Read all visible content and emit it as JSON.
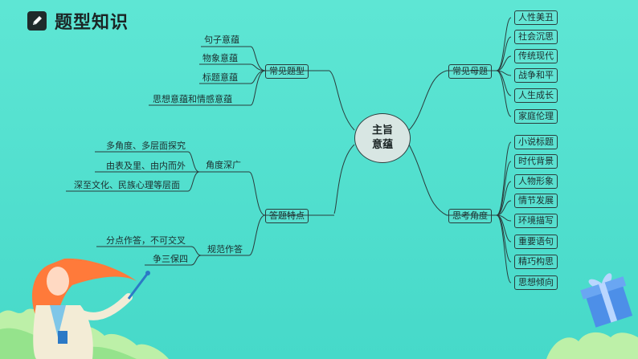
{
  "header": {
    "title": "题型知识",
    "icon": "pencil-square-icon"
  },
  "center": {
    "line1": "主旨",
    "line2": "意蕴"
  },
  "left": {
    "changjian": {
      "label": "常见题型",
      "items": [
        "句子意蕴",
        "物象意蕴",
        "标题意蕴",
        "思想意蕴和情感意蕴"
      ]
    },
    "dati": {
      "label": "答题特点",
      "jiaodu": {
        "label": "角度深广",
        "items": [
          "多角度、多层面探究",
          "由表及里、由内而外",
          "深至文化、民族心理等层面"
        ]
      },
      "guifan": {
        "label": "规范作答",
        "items": [
          "分点作答，不可交叉",
          "争三保四"
        ]
      }
    }
  },
  "right": {
    "muti": {
      "label": "常见母题",
      "items": [
        "人性美丑",
        "社会沉思",
        "传统现代",
        "战争和平",
        "人生成长",
        "家庭伦理"
      ]
    },
    "sikao": {
      "label": "思考角度",
      "items": [
        "小说标题",
        "时代背景",
        "人物形象",
        "情节发展",
        "环境描写",
        "重要语句",
        "精巧构思",
        "思想倾向"
      ]
    }
  },
  "colors": {
    "background": "#4fe0cf",
    "line": "#2a3c3c",
    "center_fill": "#d8e6e3"
  }
}
